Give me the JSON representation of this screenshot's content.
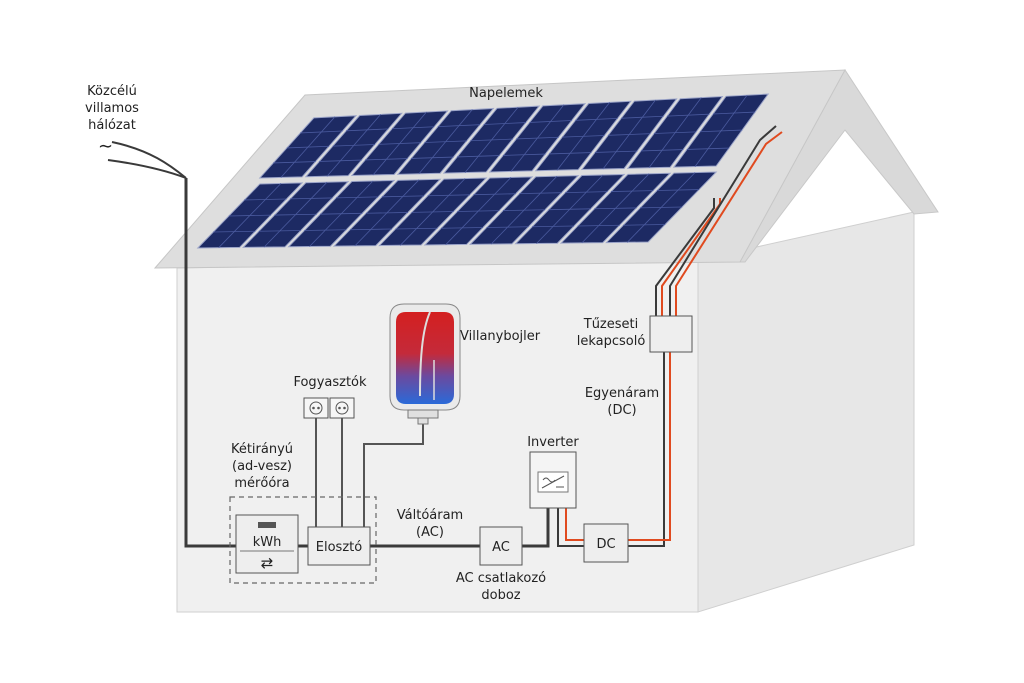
{
  "colors": {
    "house_front": "#f0f0f0",
    "house_side": "#e7e7e7",
    "roof": "#d9d9d9",
    "panel_dark": "#1d2a63",
    "panel_light": "#4a5a9e",
    "wire_dark": "#3a3a3a",
    "wire_red": "#e04a1f",
    "box_fill": "#eeeeee",
    "box_stroke": "#555555"
  },
  "labels": {
    "grid": [
      "Közcélú",
      "villamos",
      "hálózat"
    ],
    "panels": "Napelemek",
    "boiler": "Villanybojler",
    "consumers": "Fogyasztók",
    "fire_switch": [
      "Tűzeseti",
      "lekapcsoló"
    ],
    "dc_current": [
      "Egyenáram",
      "(DC)"
    ],
    "inverter": "Inverter",
    "meter": [
      "Kétirányú",
      "(ad-vesz)",
      "mérőóra"
    ],
    "ac_current": [
      "Váltóáram",
      "(AC)"
    ],
    "ac_box": [
      "AC csatlakozó",
      "doboz"
    ]
  },
  "boxes": {
    "kwh": "kWh",
    "distributor": "Elosztó",
    "ac": "AC",
    "dc": "DC"
  },
  "icons": {
    "ac_symbol": "∼",
    "meter_arrows": "⇄"
  }
}
